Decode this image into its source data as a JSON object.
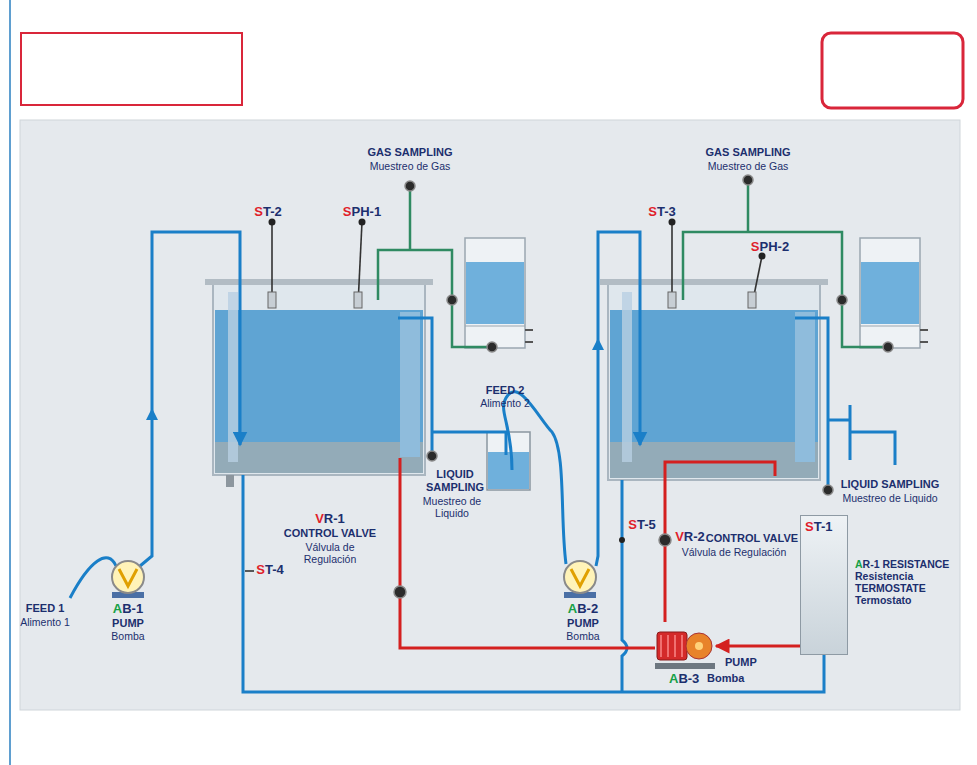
{
  "diagram": {
    "nodes": [
      {
        "text": [
          "ST-1",
          "AR-1 RESISTANCE Resistencia TERMOSTATE Termostato"
        ]
      },
      {
        "text": [
          "PUMP",
          "AB-3",
          "Bomba"
        ]
      }
    ],
    "edges": [
      {
        "from": 0,
        "to": 1,
        "arrow": "to"
      }
    ],
    "labels": [
      "GAS SAMPLING",
      "Muestreo de Gas",
      "GAS SAMPLING",
      "Muestreo de Gas",
      "ST-2",
      "SPH-1",
      "ST-3",
      "SPH-2",
      "FEED 2",
      "Alimento 2",
      "LIQUID SAMPLING",
      "Muestreo de Liquido",
      "LIQUID SAMPLING",
      "Muestreo de Liquido",
      "ST-4",
      "ST-5",
      "VR-1",
      "CONTROL VALVE",
      "Válvula de Regulación",
      "VR-2",
      "CONTROL VALVE",
      "Válvula de Regulación",
      "FEED 1",
      "Alimento 1",
      "AB-1",
      "PUMP",
      "Bomba",
      "AB-2",
      "PUMP",
      "Bomba"
    ]
  }
}
